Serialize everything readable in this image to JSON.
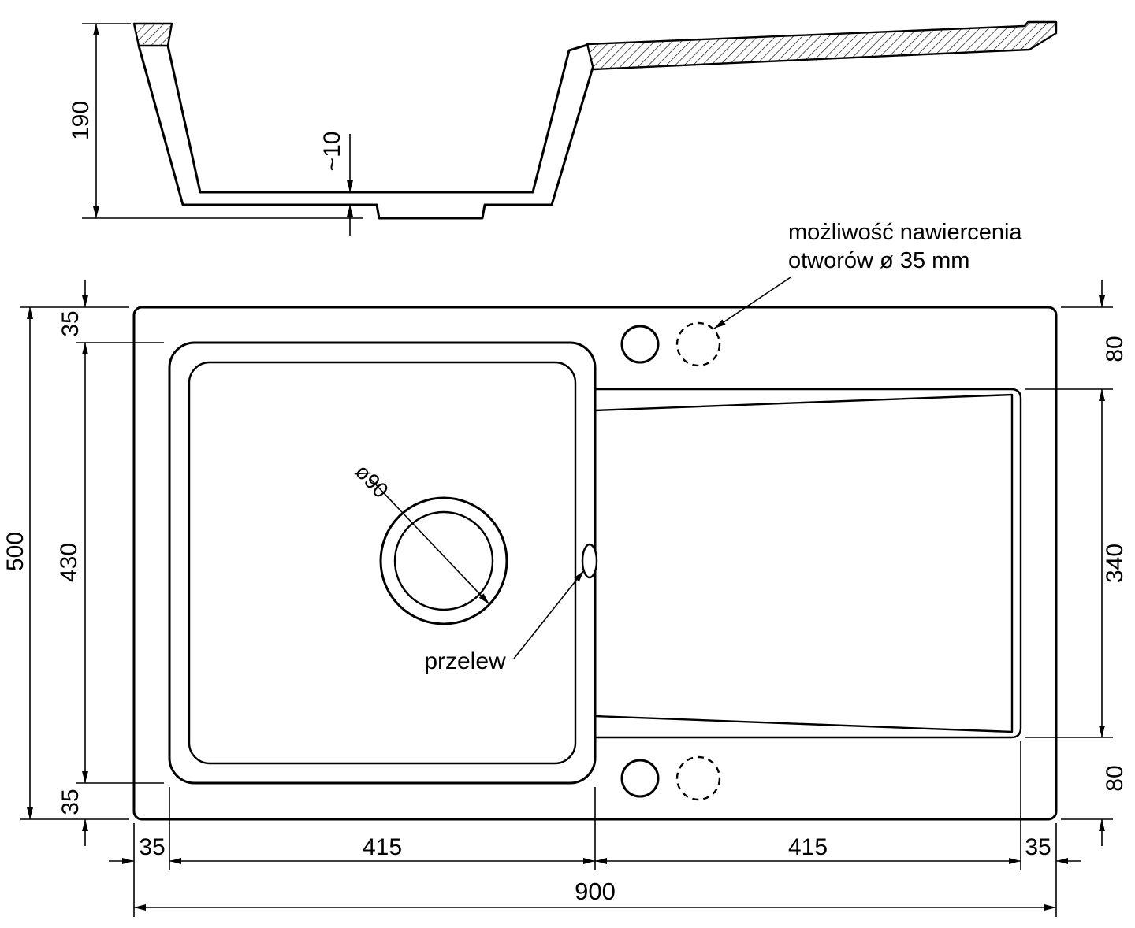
{
  "drawing": {
    "colors": {
      "line": "#000000",
      "background": "#ffffff"
    },
    "section": {
      "dim_depth": "190",
      "dim_bottom_thickness": "~10"
    },
    "plan": {
      "dim_total_height": "500",
      "dim_top_margin": "35",
      "dim_basin_height": "430",
      "dim_bottom_margin": "35",
      "dim_right_top": "80",
      "dim_drainer_height": "340",
      "dim_right_bottom": "80",
      "dim_left_margin": "35",
      "dim_basin_width": "415",
      "dim_drainer_width": "415",
      "dim_right_margin": "35",
      "dim_total_width": "900",
      "drain_diameter": "ø90",
      "overflow": "przelew",
      "drill_note_line1": "możliwość nawiercenia",
      "drill_note_line2": "otworów ø 35 mm"
    }
  }
}
